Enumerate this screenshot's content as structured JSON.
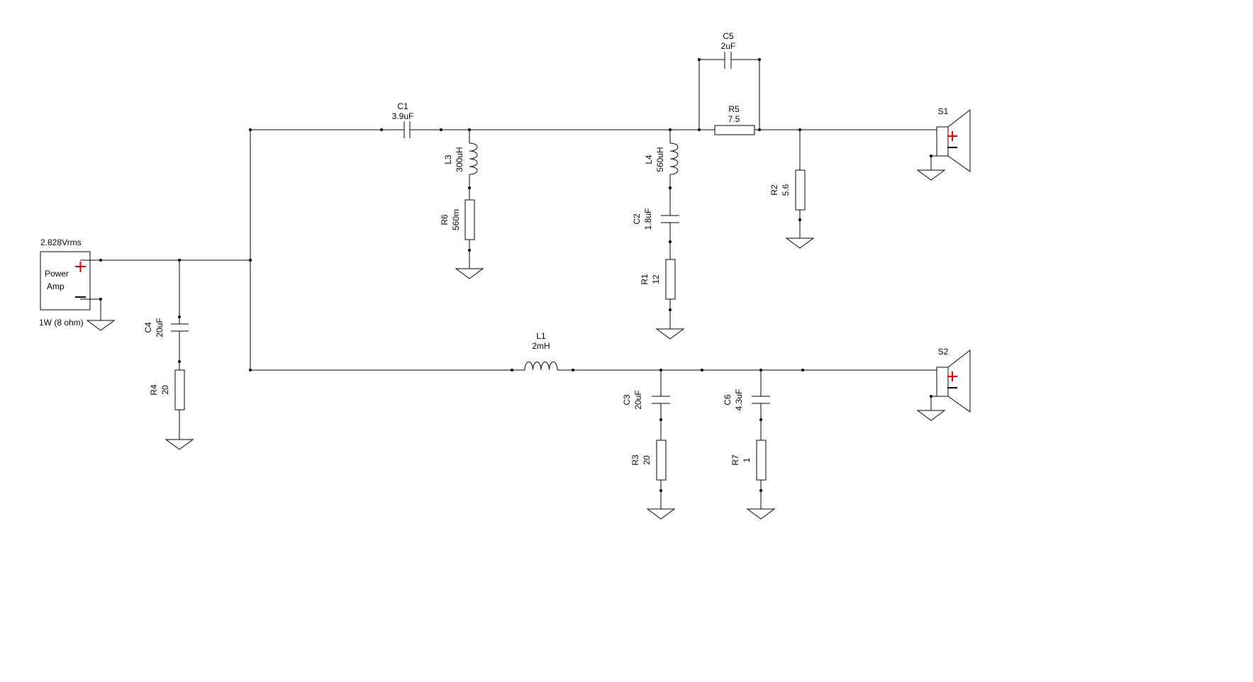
{
  "colors": {
    "line": "#000000",
    "polarity": "#e00000",
    "background": "#ffffff"
  },
  "source": {
    "voltage": "2.828Vrms",
    "name_line1": "Power",
    "name_line2": "Amp",
    "rating": "1W (8 ohm)"
  },
  "components": {
    "C1": {
      "ref": "C1",
      "value": "3.9uF"
    },
    "C2": {
      "ref": "C2",
      "value": "1.8uF"
    },
    "C3": {
      "ref": "C3",
      "value": "20uF"
    },
    "C4": {
      "ref": "C4",
      "value": "20uF"
    },
    "C5": {
      "ref": "C5",
      "value": "2uF"
    },
    "C6": {
      "ref": "C6",
      "value": "4.3uF"
    },
    "L1": {
      "ref": "L1",
      "value": "2mH"
    },
    "L3": {
      "ref": "L3",
      "value": "300uH"
    },
    "L4": {
      "ref": "L4",
      "value": "560uH"
    },
    "R1": {
      "ref": "R1",
      "value": "12"
    },
    "R2": {
      "ref": "R2",
      "value": "5.6"
    },
    "R3": {
      "ref": "R3",
      "value": "20"
    },
    "R4": {
      "ref": "R4",
      "value": "20"
    },
    "R5": {
      "ref": "R5",
      "value": "7.5"
    },
    "R6": {
      "ref": "R6",
      "value": "560m"
    },
    "R7": {
      "ref": "R7",
      "value": "1"
    }
  },
  "speakers": {
    "S1": {
      "ref": "S1"
    },
    "S2": {
      "ref": "S2"
    }
  }
}
